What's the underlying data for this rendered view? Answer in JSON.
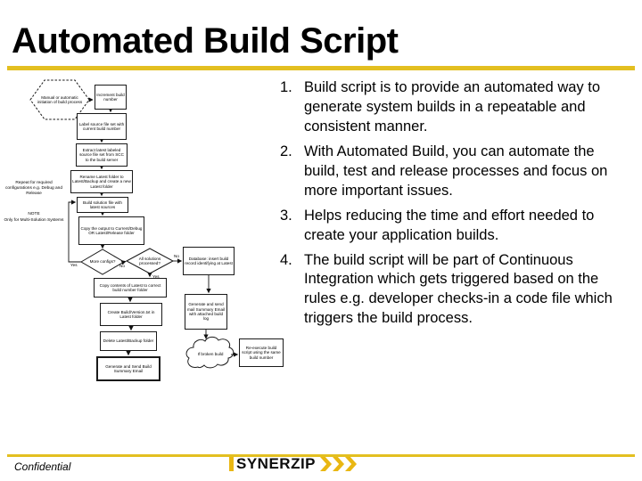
{
  "slide": {
    "title": "Automated Build Script",
    "confidential": "Confidential",
    "logo": {
      "text": "SYNERZIP"
    },
    "accent_color": "#E3BF20"
  },
  "bullets": [
    {
      "num": "1.",
      "text": "Build script is to provide an automated way to generate system builds in a repeatable and consistent manner."
    },
    {
      "num": "2.",
      "text": "With Automated Build, you can automate the build, test and release processes and focus on more important issues."
    },
    {
      "num": "3.",
      "text": "Helps reducing the time and effort needed to create your application builds."
    },
    {
      "num": "4.",
      "text": "The build script will be part of Continuous Integration which gets triggered based on the rules e.g. developer checks-in a code file which triggers the build process."
    }
  ],
  "flowchart": {
    "start": "Manual or automatic initiation of build process",
    "increment": "Increment build number",
    "label_sources": "Label source file set with current build number",
    "extract": "Extract latest labeled source file set from SCC to the build server",
    "rename": "Rename Latest folder to Latest/Backup and create a new Latest folder",
    "build_solution": "Build solution file with latest sources",
    "copy_output": "Copy the output to Current/Debug OR Latest/Release folder",
    "more_configs": "More configs?",
    "all_processed": "All solutions processed?",
    "db_insert": "Database: insert build record identifying at Latest",
    "fail_mail": "Generate and send mail Summary Email with attached build log",
    "copy_contents": "Copy contents of Latest to correct build number folder",
    "create_version": "Create Build/Version.txt in Latest folder",
    "delete_backup": "Delete Latest/Backup folder",
    "summary_mail": "Generate and Send Build Summary Email",
    "broken_build": "If broken build",
    "reexecute": "Re-execute build script using the same build number",
    "labels": {
      "yes1": "Yes",
      "no1": "No",
      "no2": "No",
      "yes2": "Yes"
    },
    "note_repeat": "Repeat for required configurations e.g. Debug and Release",
    "note_title": "NOTE",
    "note_body": "Only for Multi-Solution Systems"
  }
}
